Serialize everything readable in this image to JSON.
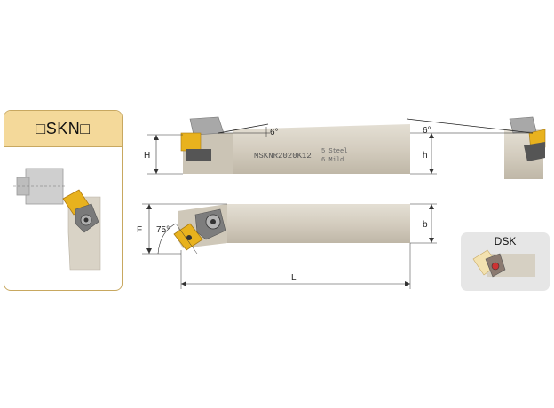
{
  "panel": {
    "title": "□SKN□"
  },
  "side_view": {
    "marking_line1": "MSKNR2020K12",
    "marking_line2a": "5 Steel",
    "marking_line2b": "6 Mild",
    "angle_top_left": "6°",
    "angle_top_right": "6°",
    "dim_H": "H",
    "dim_h": "h",
    "dim_h_right": "h"
  },
  "top_view": {
    "dim_F": "F",
    "dim_b": "b",
    "dim_L": "L",
    "angle": "75°"
  },
  "dsk": {
    "label": "DSK"
  },
  "colors": {
    "insert": "#e8b21e",
    "body": "#d8d2c6",
    "panel_border": "#c8a860",
    "panel_header": "#f4d99a"
  }
}
